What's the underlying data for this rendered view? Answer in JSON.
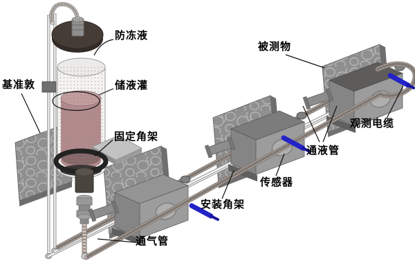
{
  "diagram": {
    "labels": {
      "antifreeze": "防冻液",
      "datum_pier": "基准敦",
      "reservoir_tank": "储液灌",
      "fixed_bracket": "固定角架",
      "measured_object": "被测物",
      "observation_cable": "观测电缆",
      "liquid_pipe": "通液管",
      "sensor": "传感器",
      "mounting_bracket": "安装角架",
      "vent_pipe": "通气管"
    },
    "colors": {
      "background": "#ffffff",
      "label_text": "#000000",
      "leader_line": "#111111",
      "cable_connector_blue": "#2323c8",
      "liquid_rose": "#b28a8c",
      "tank_cap_dark": "#463c36",
      "stone_panel_gray": "#8f8f8f",
      "sensor_box_gray": "#9c9c9c",
      "pipe_beige": "#d6c9c2"
    }
  }
}
